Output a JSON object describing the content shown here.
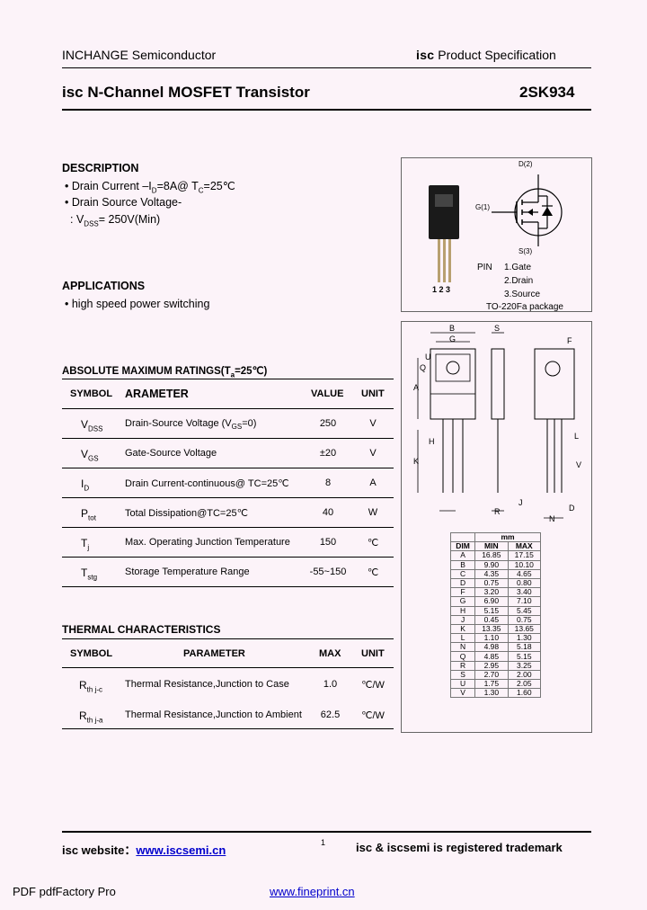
{
  "header": {
    "company": "INCHANGE Semiconductor",
    "spec_prefix": "isc",
    "spec_suffix": "Product Specification",
    "title": "isc N-Channel MOSFET Transistor",
    "part_number": "2SK934"
  },
  "description": {
    "heading": "DESCRIPTION",
    "line1_pre": "• Drain Current –I",
    "line1_sub1": "D",
    "line1_mid": "=8A@ T",
    "line1_sub2": "C",
    "line1_post": "=25℃",
    "line2": "• Drain Source Voltage-",
    "line3_pre": ": V",
    "line3_sub": "DSS",
    "line3_post": "= 250V(Min)"
  },
  "applications": {
    "heading": "APPLICATIONS",
    "item": "• high speed power switching"
  },
  "package": {
    "pin_d": "D(2)",
    "pin_g": "G(1)",
    "pin_s": "S(3)",
    "pin_numbers": "1 2 3",
    "pin_label": "PIN",
    "pin1": "1.Gate",
    "pin2": "2.Drain",
    "pin3": "3.Source",
    "package_name": "TO-220Fa package"
  },
  "abs_max": {
    "heading_pre": "ABSOLUTE MAXIMUM RATINGS(T",
    "heading_sub": "a",
    "heading_post": "=25℃)",
    "col_symbol": "SYMBOL",
    "col_param": "ARAMETER",
    "col_value": "VALUE",
    "col_unit": "UNIT",
    "rows": [
      {
        "sym": "V",
        "sub": "DSS",
        "param": "Drain-Source Voltage (V",
        "param_sub": "GS",
        "param_post": "=0)",
        "value": "250",
        "unit": "V"
      },
      {
        "sym": "V",
        "sub": "GS",
        "param": "Gate-Source Voltage",
        "param_sub": "",
        "param_post": "",
        "value": "±20",
        "unit": "V"
      },
      {
        "sym": "I",
        "sub": "D",
        "param": "Drain Current-continuous@ TC=25℃",
        "param_sub": "",
        "param_post": "",
        "value": "8",
        "unit": "A"
      },
      {
        "sym": "P",
        "sub": "tot",
        "param": "Total Dissipation@TC=25℃",
        "param_sub": "",
        "param_post": "",
        "value": "40",
        "unit": "W"
      },
      {
        "sym": "T",
        "sub": "j",
        "param": "Max. Operating Junction Temperature",
        "param_sub": "",
        "param_post": "",
        "value": "150",
        "unit": "℃"
      },
      {
        "sym": "T",
        "sub": "stg",
        "param": "Storage Temperature Range",
        "param_sub": "",
        "param_post": "",
        "value": "-55~150",
        "unit": "℃"
      }
    ]
  },
  "thermal": {
    "heading": "THERMAL CHARACTERISTICS",
    "col_symbol": "SYMBOL",
    "col_param": "PARAMETER",
    "col_max": "MAX",
    "col_unit": "UNIT",
    "rows": [
      {
        "sym": "R",
        "sub": "th j-c",
        "param": "Thermal Resistance,Junction to Case",
        "max": "1.0",
        "unit": "℃/W"
      },
      {
        "sym": "R",
        "sub": "th j-a",
        "param": "Thermal Resistance,Junction to Ambient",
        "max": "62.5",
        "unit": "℃/W"
      }
    ]
  },
  "dimensions": {
    "unit": "mm",
    "col_dim": "DIM",
    "col_min": "MIN",
    "col_max": "MAX",
    "rows": [
      [
        "A",
        "16.85",
        "17.15"
      ],
      [
        "B",
        "9.90",
        "10.10"
      ],
      [
        "C",
        "4.35",
        "4.65"
      ],
      [
        "D",
        "0.75",
        "0.80"
      ],
      [
        "F",
        "3.20",
        "3.40"
      ],
      [
        "G",
        "6.90",
        "7.10"
      ],
      [
        "H",
        "5.15",
        "5.45"
      ],
      [
        "J",
        "0.45",
        "0.75"
      ],
      [
        "K",
        "13.35",
        "13.65"
      ],
      [
        "L",
        "1.10",
        "1.30"
      ],
      [
        "N",
        "4.98",
        "5.18"
      ],
      [
        "Q",
        "4.85",
        "5.15"
      ],
      [
        "R",
        "2.95",
        "3.25"
      ],
      [
        "S",
        "2.70",
        "2.00"
      ],
      [
        "U",
        "1.75",
        "2.05"
      ],
      [
        "V",
        "1.30",
        "1.60"
      ]
    ],
    "drawing_labels": [
      "B",
      "G",
      "S",
      "F",
      "U",
      "Q",
      "A",
      "H",
      "L",
      "K",
      "V",
      "J",
      "R",
      "D",
      "N"
    ]
  },
  "footer": {
    "website_label": "isc website：",
    "website_url": "www.iscsemi.cn",
    "page_mark": "1",
    "trademark": "isc & iscsemi is registered trademark"
  },
  "pdf_footer": {
    "left": "PDF   pdfFactory Pro",
    "right": "www.fineprint.cn"
  }
}
